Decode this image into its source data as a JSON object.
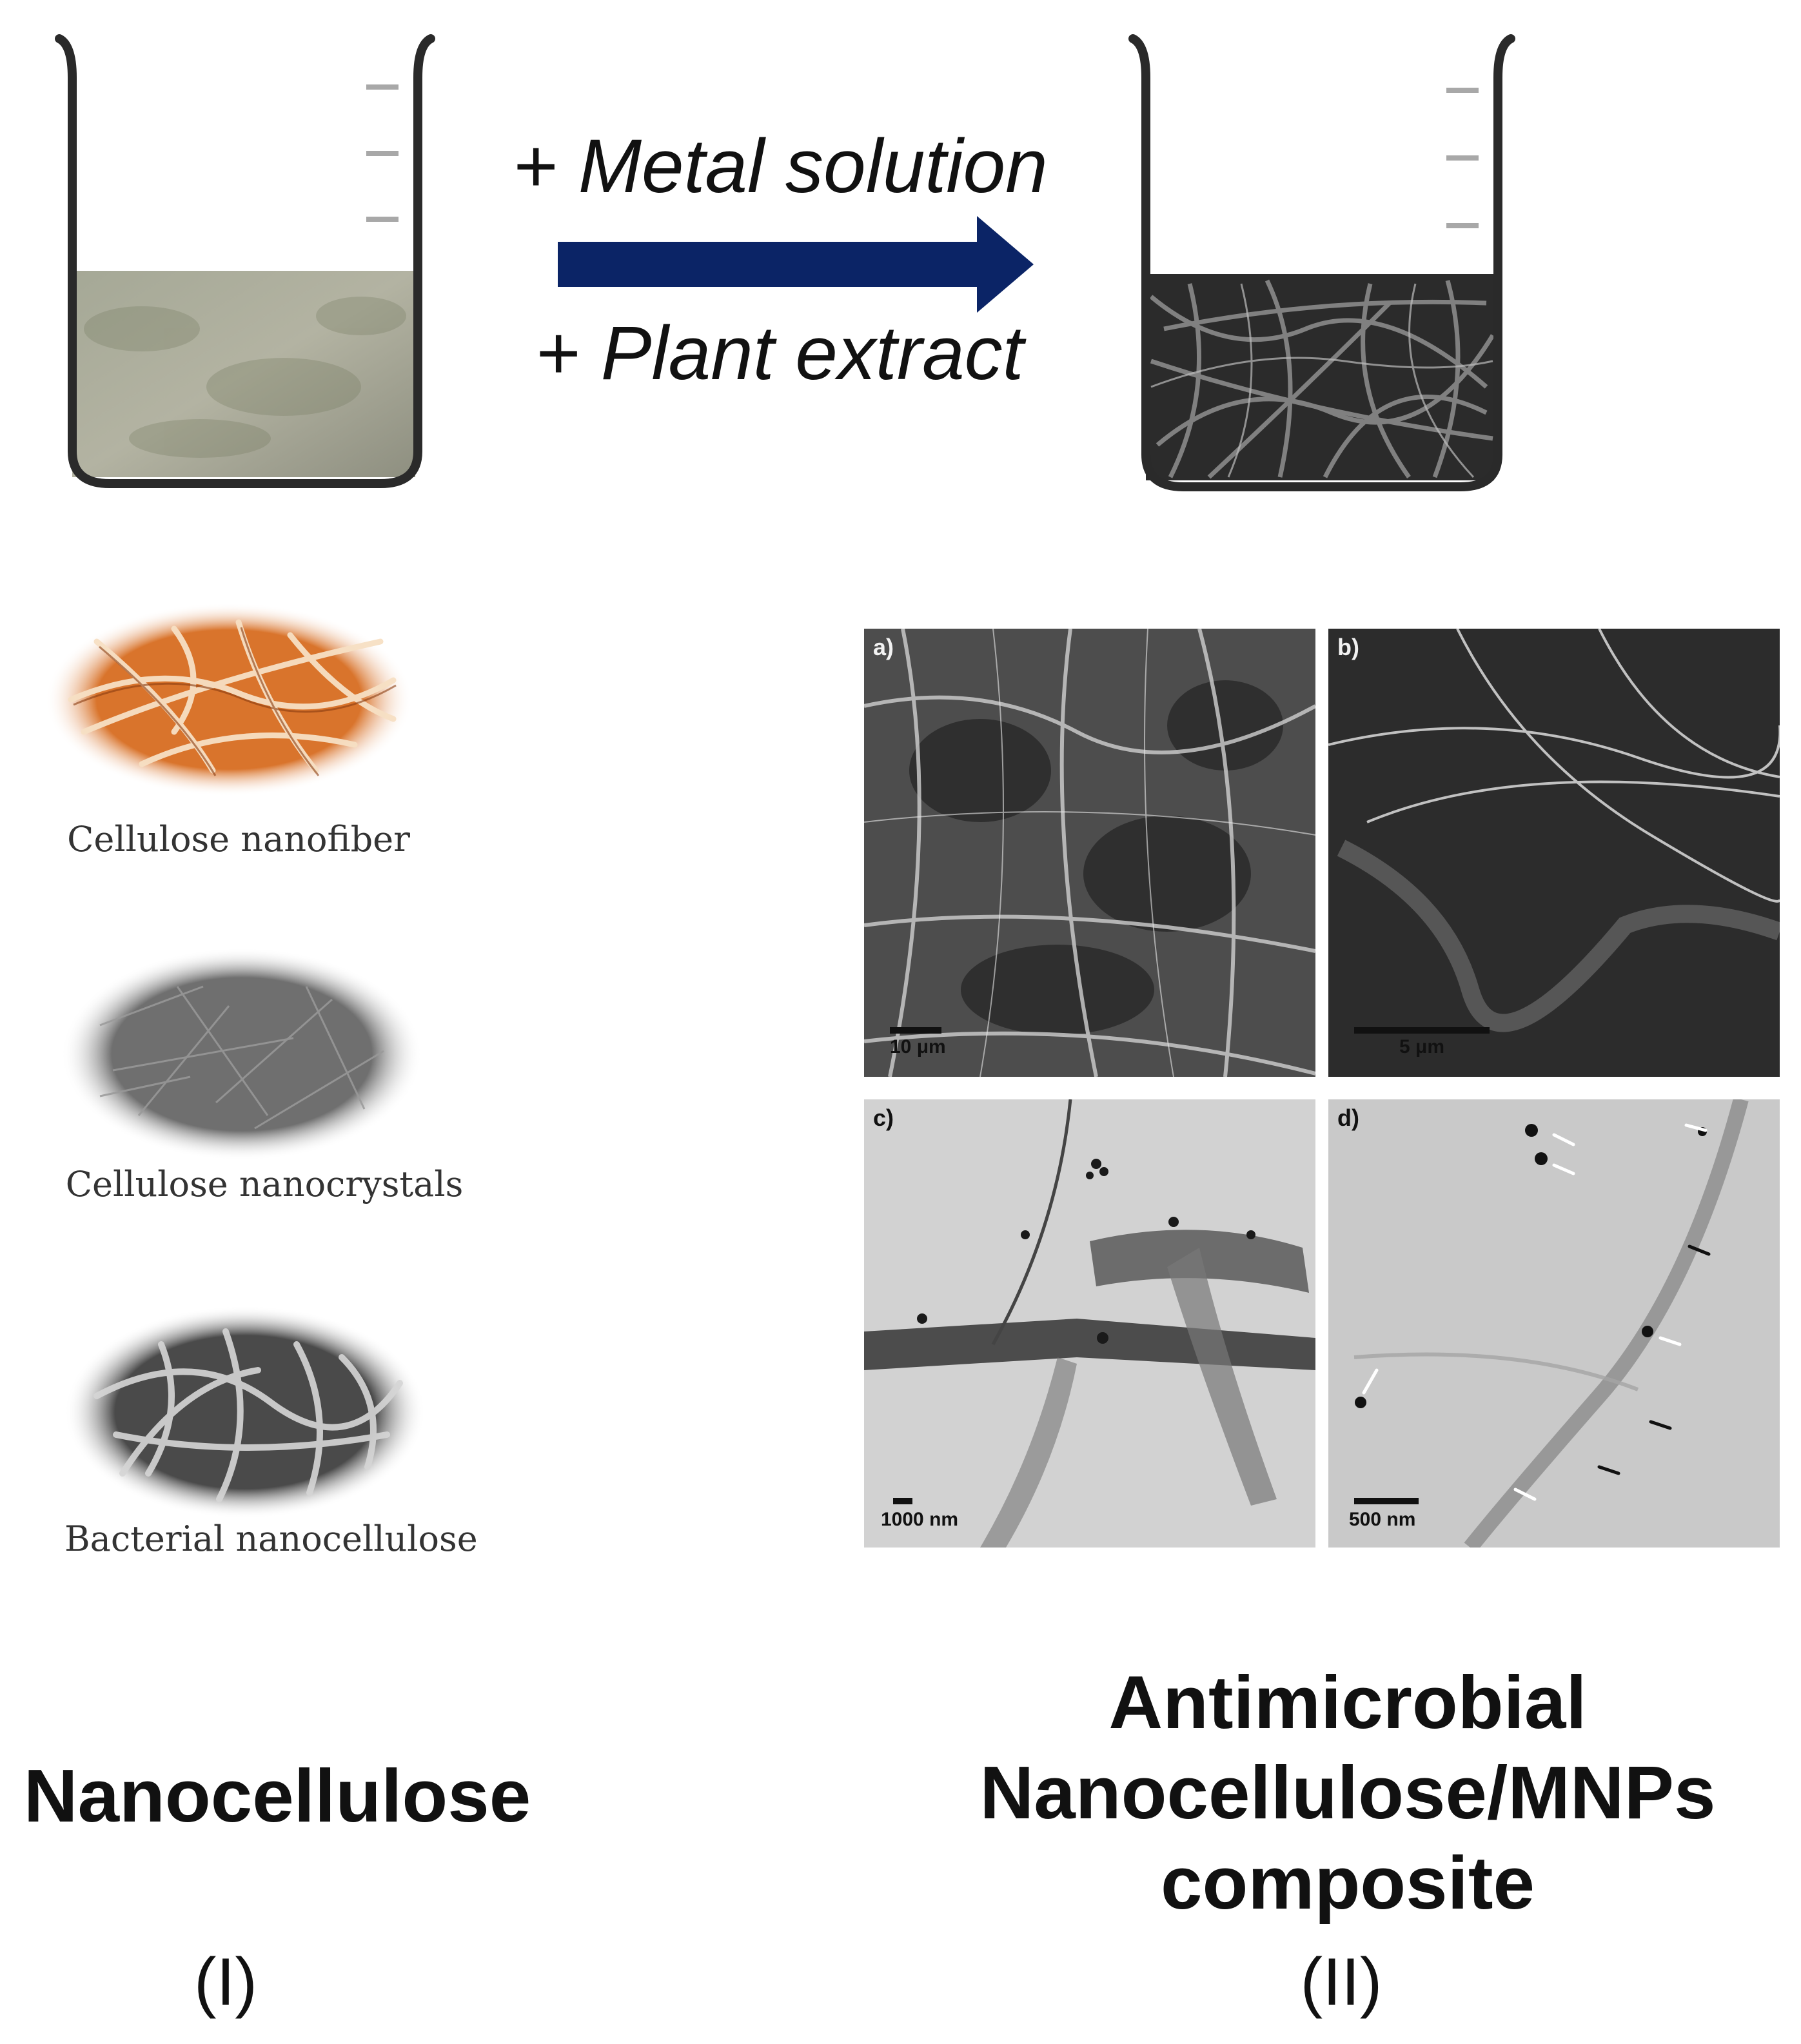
{
  "reaction": {
    "reagent_top": "+ Metal solution",
    "reagent_bottom": "+ Plant extract"
  },
  "nanocellulose_types": [
    {
      "caption": "Cellulose nanofiber"
    },
    {
      "caption": "Cellulose nanocrystals"
    },
    {
      "caption": "Bacterial nanocellulose"
    }
  ],
  "micrographs": [
    {
      "letter": "a)",
      "scale": "10 μm"
    },
    {
      "letter": "b)",
      "scale": "5 μm"
    },
    {
      "letter": "c)",
      "scale": "1000 nm"
    },
    {
      "letter": "d)",
      "scale": "500 nm"
    }
  ],
  "left_label": "Nanocellulose",
  "left_numeral": "(I)",
  "right_label": {
    "line1": "Antimicrobial",
    "line2": "Nanocellulose/MNPs",
    "line3": "composite"
  },
  "right_numeral": "(II)",
  "colors": {
    "arrow": "#0b2466",
    "beaker": "#2a2a2a",
    "nanocellulose_fill": "#9e9e8a",
    "composite_fill": "#2b2b2b",
    "nanofiber_oval": "#d9742c"
  }
}
